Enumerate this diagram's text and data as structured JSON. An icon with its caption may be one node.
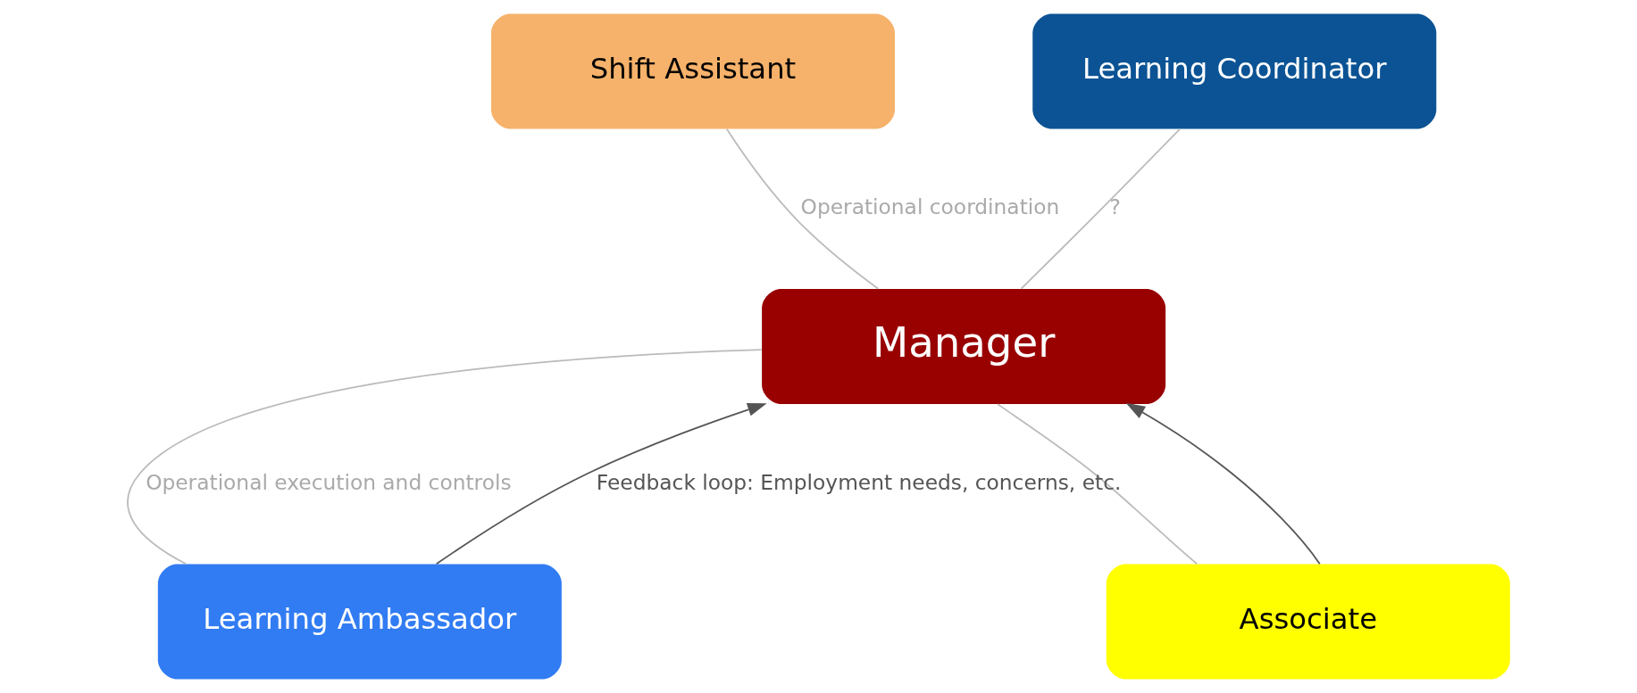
{
  "diagram": {
    "nodes": [
      {
        "text": [
          "Manager"
        ]
      },
      {
        "text": [
          "Shift Assistant"
        ]
      },
      {
        "text": [
          "Learning Coordinator"
        ]
      },
      {
        "text": [
          "Learning Ambassador"
        ]
      },
      {
        "text": [
          "Associate"
        ]
      }
    ],
    "edges": [
      {
        "from": 3,
        "to": 0,
        "arrow": "to",
        "color": "#555555",
        "label": "Feedback loop: Employment needs, concerns, etc."
      },
      {
        "from": 4,
        "to": 0,
        "arrow": "to",
        "color": "#555555"
      },
      {
        "from": 0,
        "to": 3,
        "arrow": "none",
        "label": "Operational execution and controls"
      },
      {
        "from": 0,
        "to": 4,
        "arrow": "none"
      },
      {
        "from": 1,
        "to": 0,
        "arrow": "none",
        "label": "Operational coordination"
      },
      {
        "from": 2,
        "to": 0,
        "arrow": "none",
        "label": "?"
      }
    ]
  }
}
